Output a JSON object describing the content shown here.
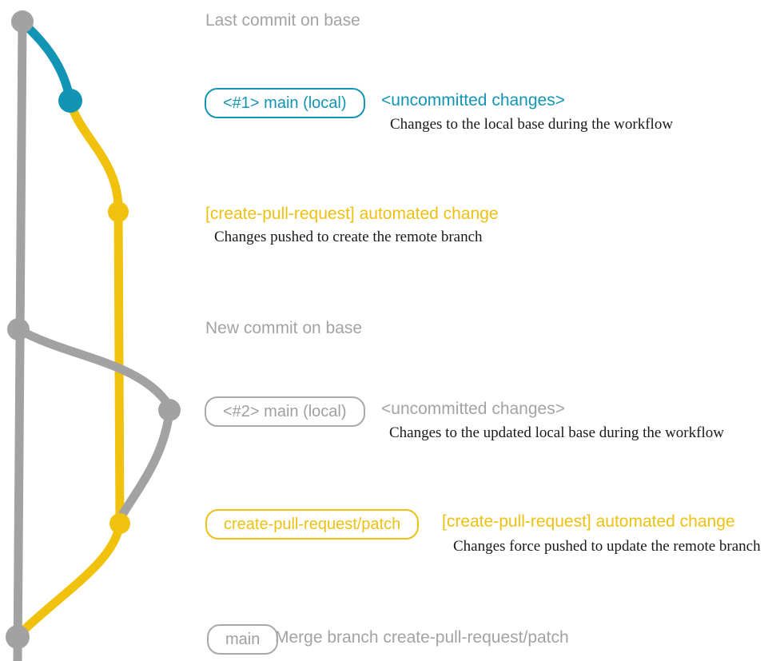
{
  "colors": {
    "base_gray": "#a2a2a2",
    "branch_blue": "#1295b5",
    "branch_yellow": "#f0c20e",
    "caption_black": "#1a1a1a"
  },
  "graph": {
    "branches": [
      "base",
      "main-local",
      "create-pull-request-patch"
    ],
    "nodes": [
      "last-commit-on-base",
      "main-local-uncommitted-1",
      "automated-change-commit-1",
      "new-commit-on-base",
      "main-local-uncommitted-2",
      "automated-change-commit-2",
      "merge-commit"
    ]
  },
  "rows": {
    "row1": {
      "label": "Last commit on base"
    },
    "row2": {
      "badge": "<#1> main (local)",
      "heading": "<uncommitted changes>",
      "caption": "Changes to the local base during the workflow"
    },
    "row3": {
      "heading": "[create-pull-request] automated change",
      "caption": "Changes pushed to create the remote branch"
    },
    "row4": {
      "label": "New commit on base"
    },
    "row5": {
      "badge": "<#2> main (local)",
      "heading": "<uncommitted changes>",
      "caption": "Changes to the updated local base during the workflow"
    },
    "row6": {
      "badge": "create-pull-request/patch",
      "heading": "[create-pull-request] automated change",
      "caption": "Changes force pushed to update the remote branch"
    },
    "row7": {
      "badge": "main",
      "label": "Merge branch create-pull-request/patch"
    }
  }
}
